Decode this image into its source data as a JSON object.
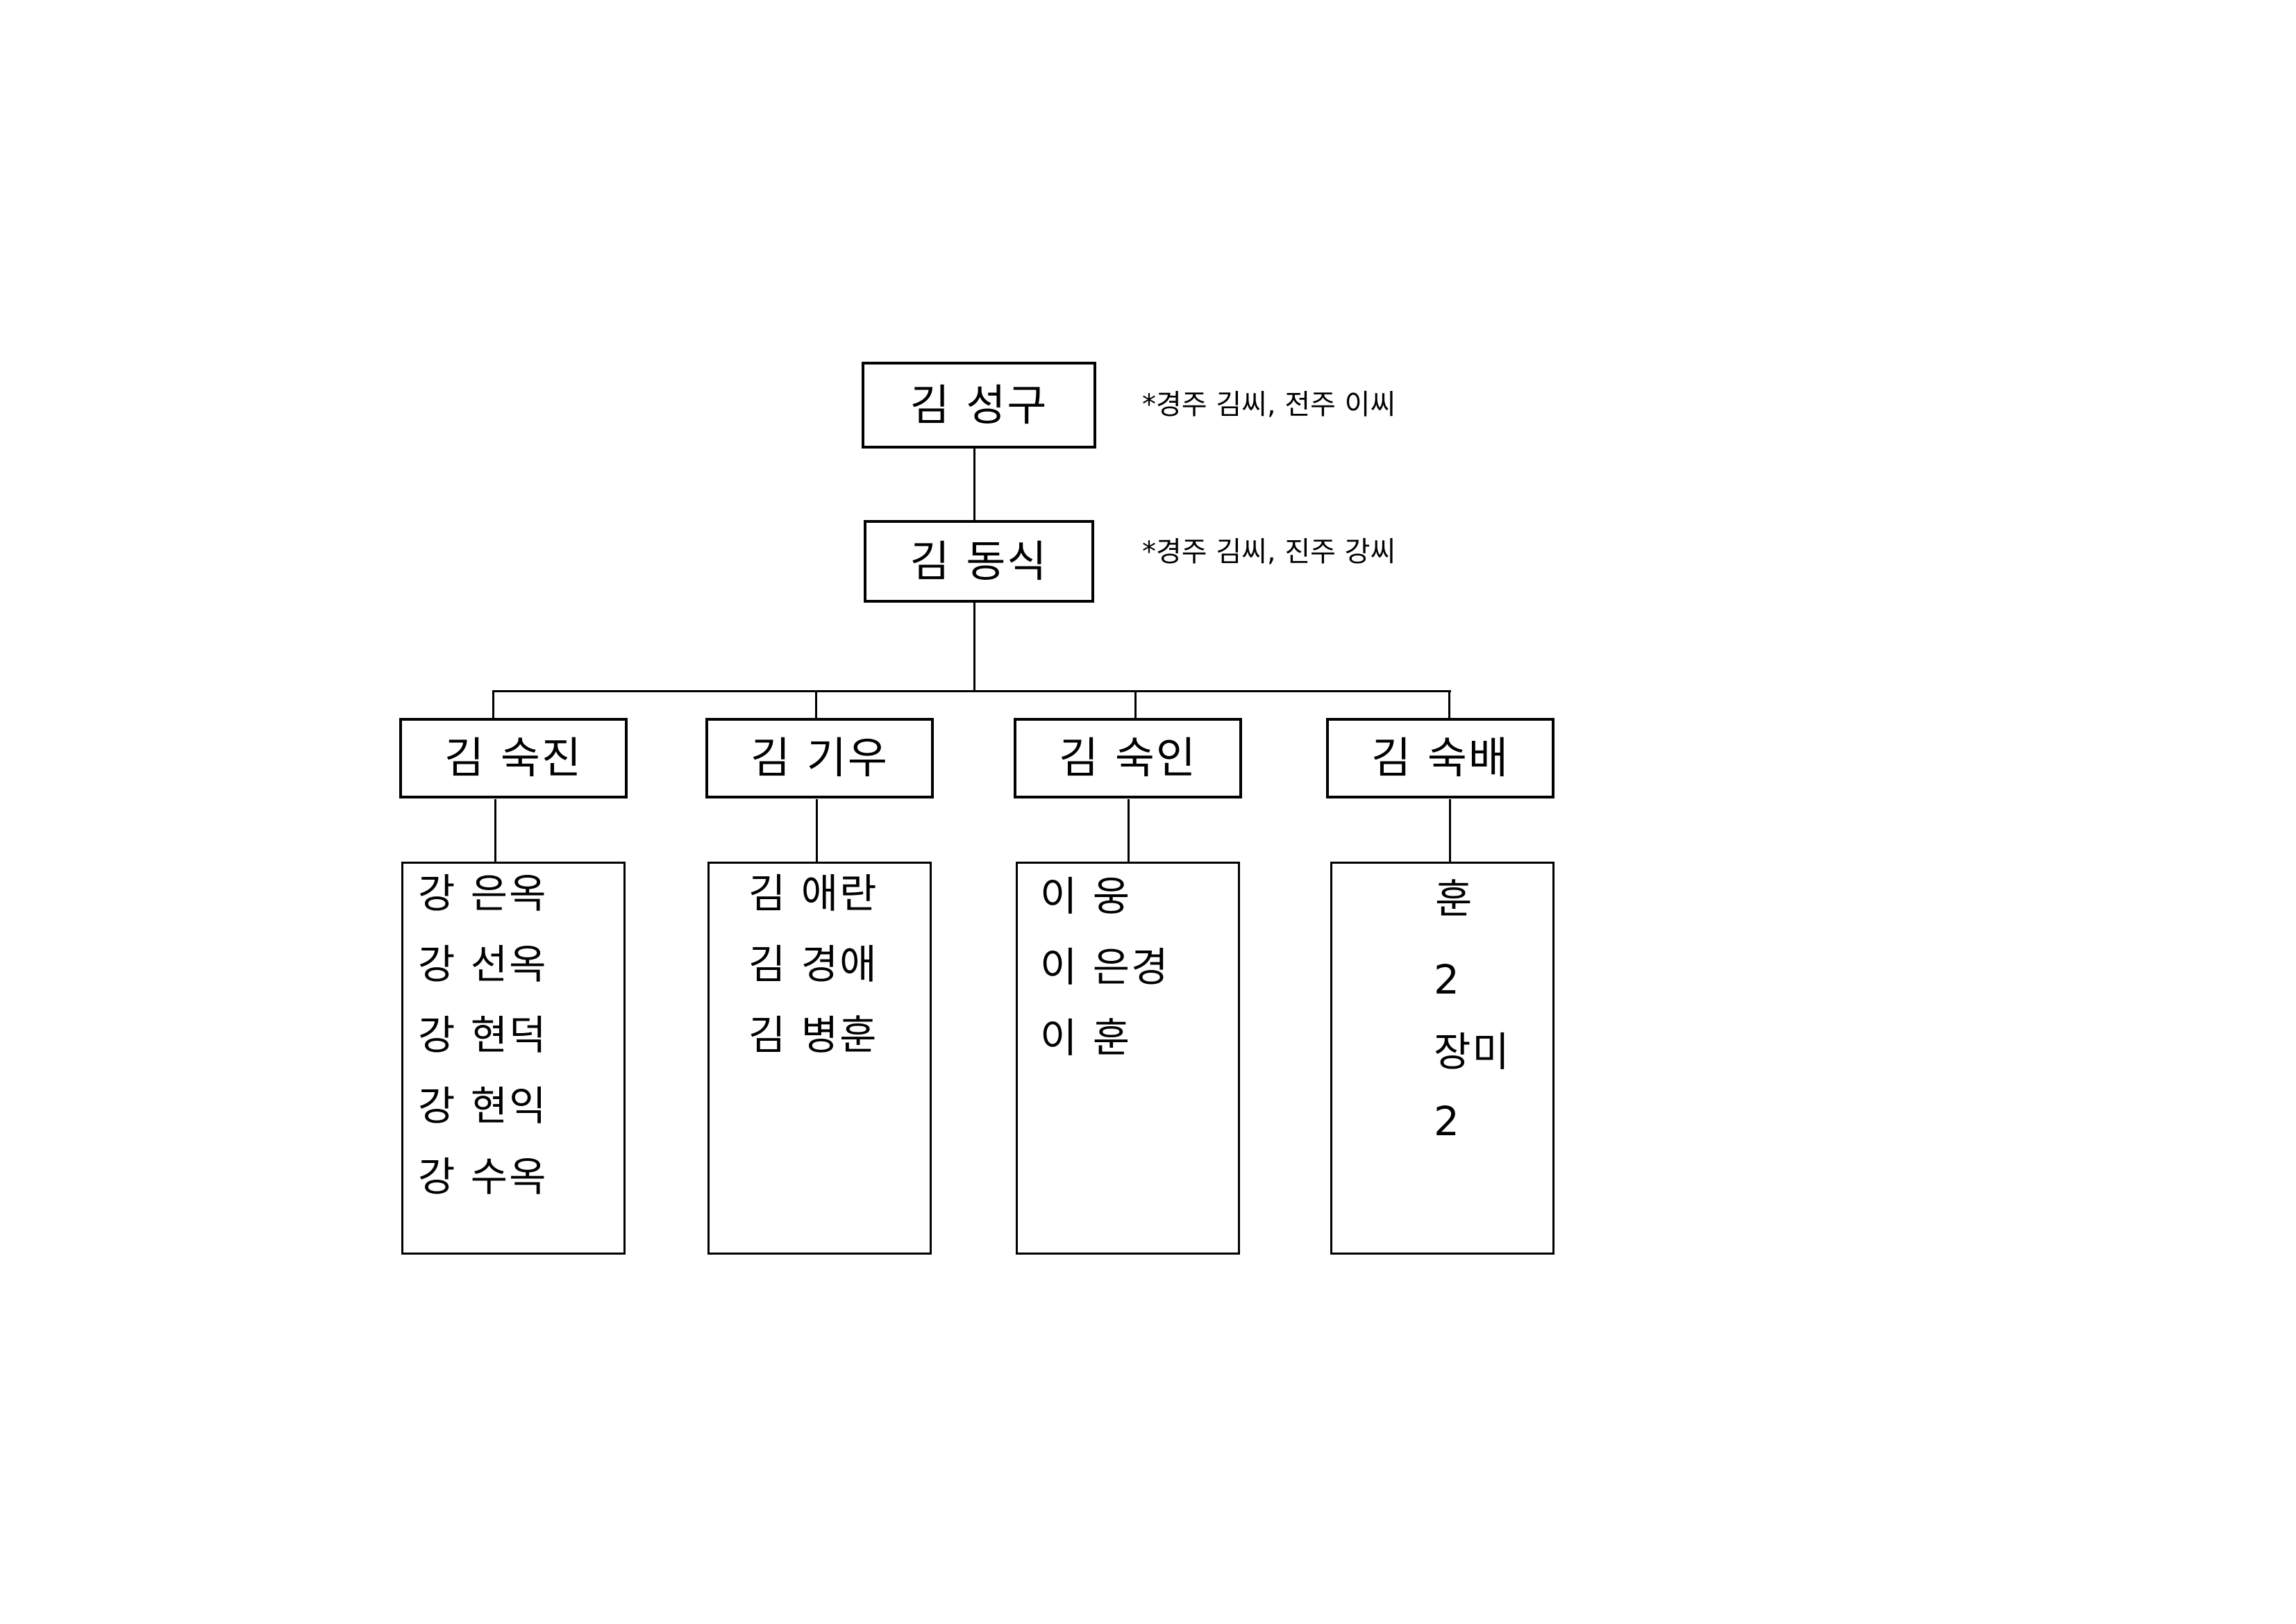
{
  "diagram": {
    "type": "family-tree",
    "root": {
      "name": "김 성구",
      "note": "*경주 김씨, 전주 이씨"
    },
    "second": {
      "name": "김 동식",
      "note": "*경주 김씨, 진주 강씨"
    },
    "children": [
      {
        "name": "김 숙진",
        "descendants": [
          "강 은옥",
          "강 선옥",
          "강 현덕",
          "강 현익",
          "강 수옥"
        ]
      },
      {
        "name": "김 기우",
        "descendants": [
          "김 애란",
          "김 경애",
          "김 병훈"
        ]
      },
      {
        "name": "김 숙인",
        "descendants": [
          "이 웅",
          "이 은경",
          "이 훈"
        ]
      },
      {
        "name": "김 숙배",
        "descendants": [
          "훈",
          "2",
          "장미",
          "2"
        ]
      }
    ],
    "colors": {
      "line": "#000000",
      "background": "#ffffff",
      "text": "#000000"
    }
  }
}
